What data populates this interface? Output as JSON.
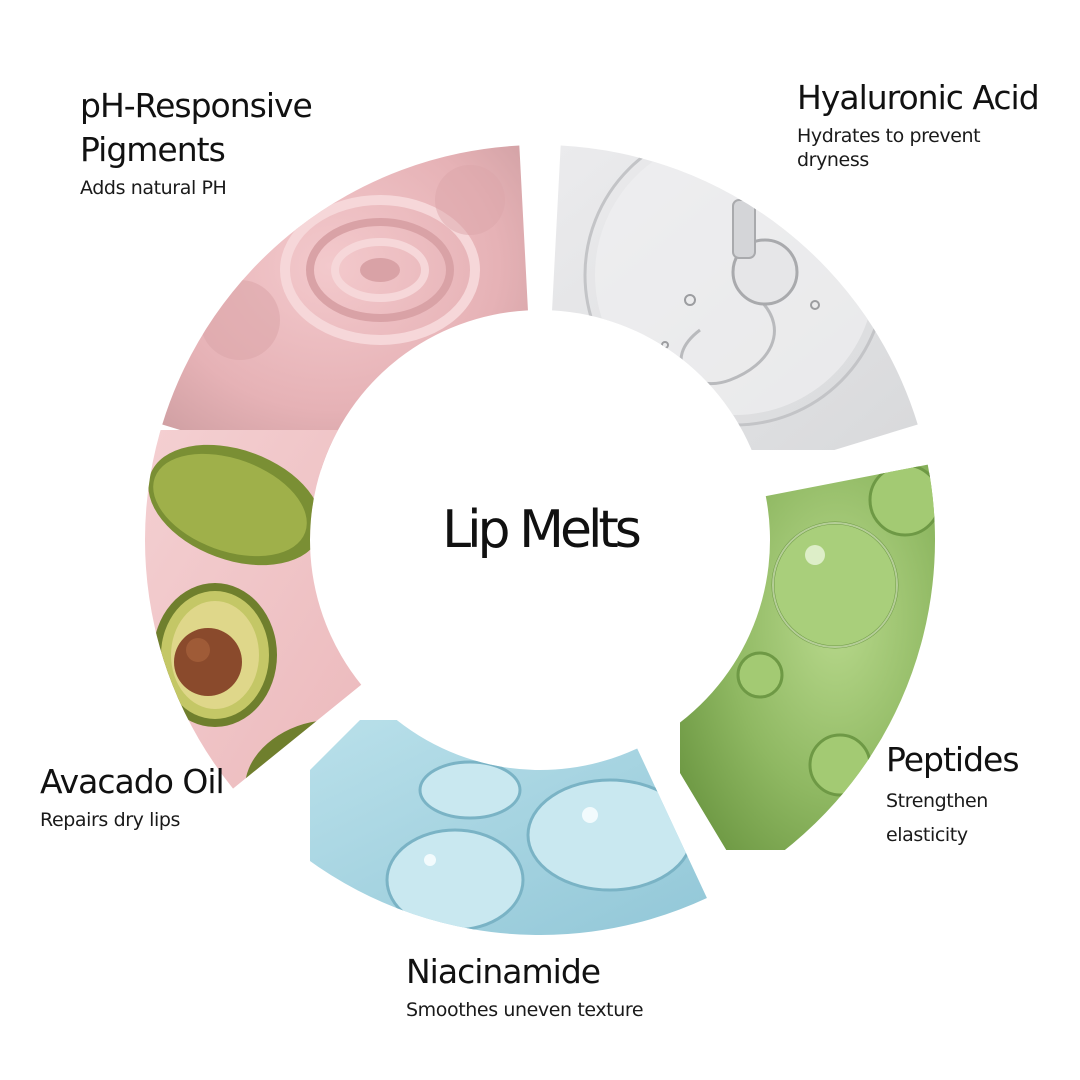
{
  "center_title": "Lip Melts",
  "segments": [
    {
      "key": "ph",
      "title": "pH-Responsive\nPigments",
      "desc": "Adds natural PH",
      "color": "#e8b9bd"
    },
    {
      "key": "ha",
      "title": "Hyaluronic Acid",
      "desc": "Hydrates to prevent\ndryness",
      "color": "#e3e4e6"
    },
    {
      "key": "pep",
      "title": "Peptides",
      "desc": "Strengthen\nelasticity",
      "color": "#9cc16e"
    },
    {
      "key": "nia",
      "title": "Niacinamide",
      "desc": "Smoothes uneven texture",
      "color": "#a9d6e2"
    },
    {
      "key": "avo",
      "title": "Avacado Oil",
      "desc": "Repairs dry lips",
      "color": "#f0c6c8"
    }
  ]
}
